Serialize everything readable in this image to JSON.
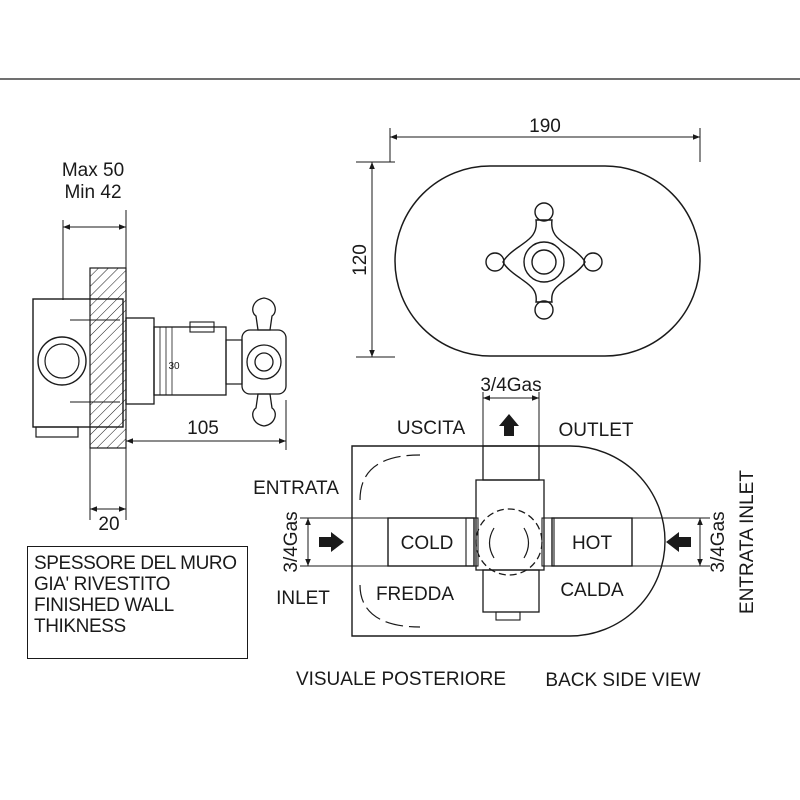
{
  "dimensions": {
    "width_190": "190",
    "height_120": "120",
    "max_wall": "Max 50",
    "min_wall": "Min 42",
    "depth_105": "105",
    "wall_20": "20"
  },
  "valve_scale": "30",
  "back_view": {
    "outlet_size": "3/4Gas",
    "uscita": "USCITA",
    "outlet": "OUTLET",
    "entrata_left": "ENTRATA",
    "inlet_size_left": "3/4Gas",
    "inlet_left": "INLET",
    "cold": "COLD",
    "hot": "HOT",
    "fredda": "FREDDA",
    "calda": "CALDA",
    "inlet_size_right": "3/4Gas",
    "entrata_inlet_right": "ENTRATA INLET",
    "caption_it": "VISUALE POSTERIORE",
    "caption_en": "BACK SIDE VIEW"
  },
  "note": {
    "line1": "SPESSORE DEL MURO",
    "line2": "GIA' RIVESTITO",
    "line3": "FINISHED WALL",
    "line4": "THIKNESS"
  },
  "colors": {
    "ink": "#1a1a1a",
    "hatch": "#1a1a1a"
  }
}
